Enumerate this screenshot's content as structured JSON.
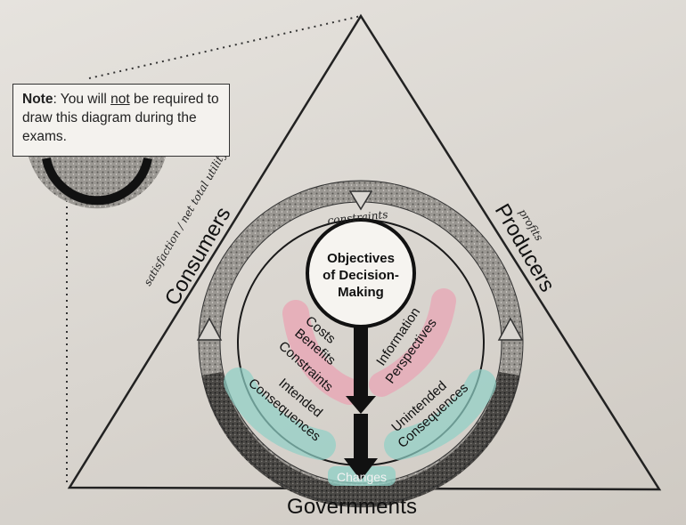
{
  "note": {
    "prefix": "Note",
    "text1": ": You will ",
    "emphasis": "not",
    "text2": " be required to draw this diagram during the exams."
  },
  "labels": {
    "consumers": "Consumers",
    "producers": "Producers",
    "governments": "Governments",
    "center_line1": "Objectives",
    "center_line2": "of Decision-",
    "center_line3": "Making",
    "costs": "Costs",
    "benefits": "Benefits",
    "constraints": "Constraints",
    "information": "Information",
    "perspectives": "Perspectives",
    "intended1": "Intended",
    "intended2": "Consequences",
    "unintended1": "Unintended",
    "unintended2": "Consequences",
    "changes": "Changes"
  },
  "handwriting": {
    "consumers_note": "satisfaction / net total utility",
    "producers_note": "profits",
    "constraints_note": "constraints"
  },
  "colors": {
    "pink_highlight": "#e9a3b3",
    "teal_highlight": "#8fd0c6",
    "ring_dark": "#3a3a3a",
    "ring_light": "#bdbab5"
  }
}
